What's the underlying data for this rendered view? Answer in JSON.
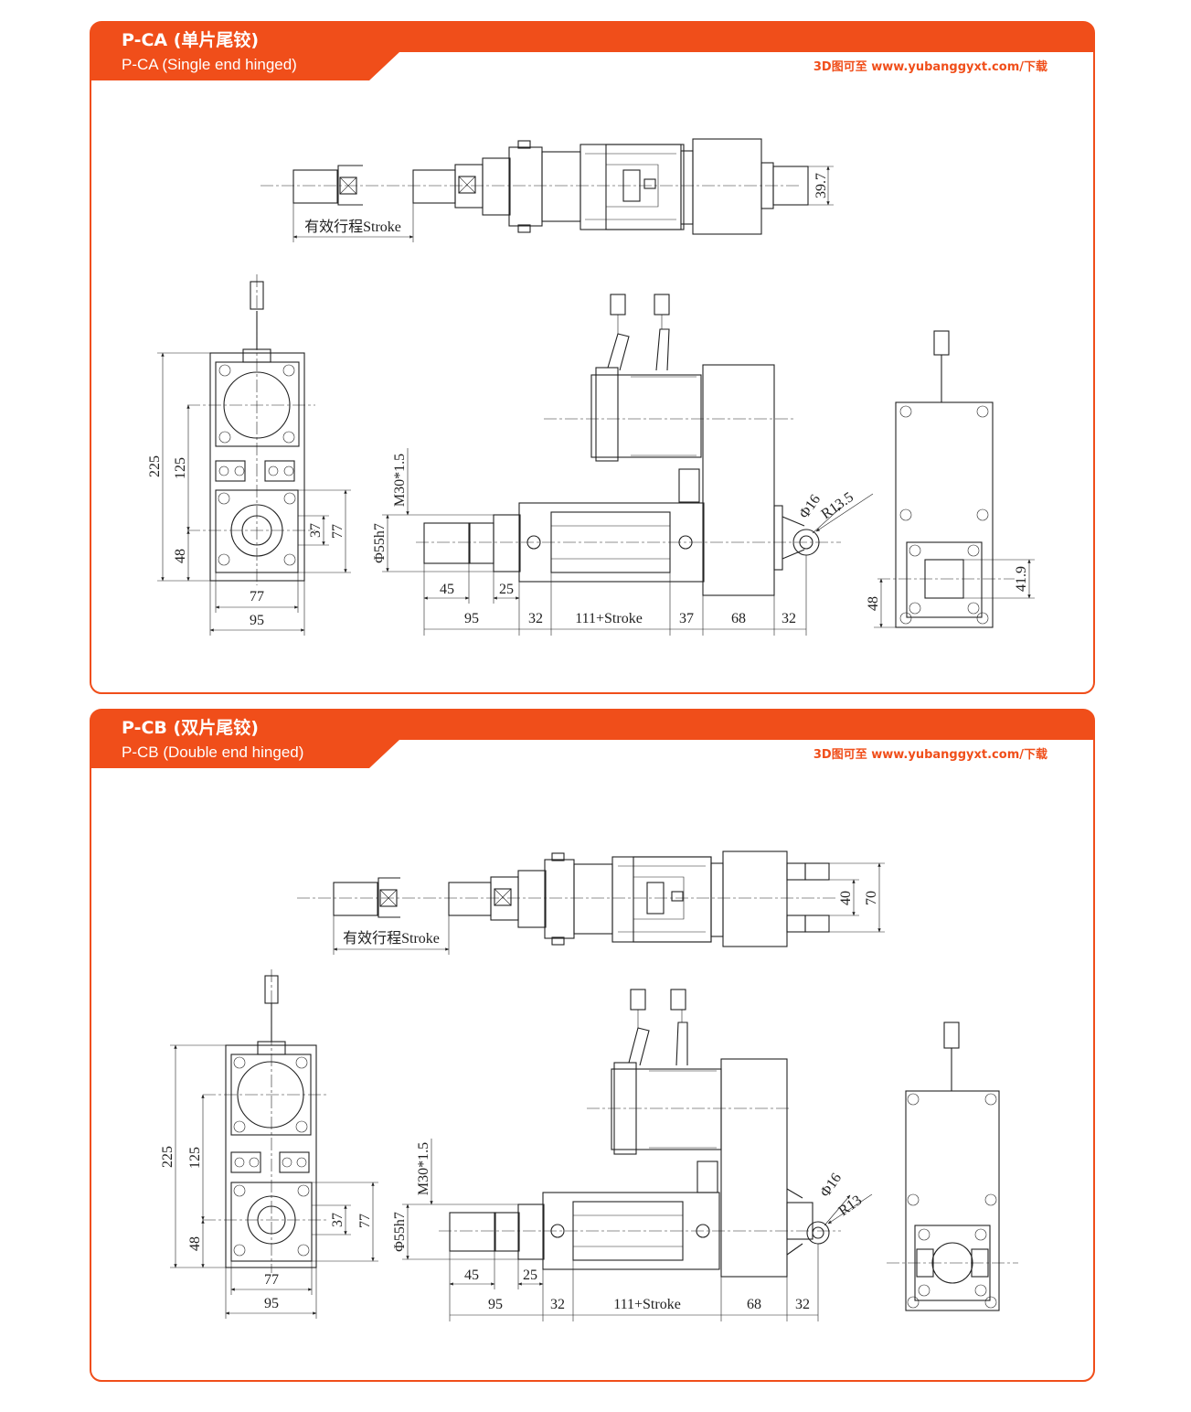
{
  "accent_color": "#f04e1a",
  "download_note": "3D图可至 www.yubanggyxt.com/下载",
  "sections": [
    {
      "title": "P-CA (单片尾铰)",
      "subtitle": "P-CA (Single end hinged)",
      "stroke_label": "有效行程Stroke",
      "top_view_dim": "39.7",
      "left_view": {
        "height_total": "225",
        "height_mid": "125",
        "height_low": "48",
        "flange_inner": "37",
        "flange_outer": "77",
        "width_inner": "77",
        "width_outer": "95"
      },
      "side_view": {
        "thread": "M30*1.5",
        "shaft": "Φ55h7",
        "hole": "Φ16",
        "radius": "R13.5",
        "dims_upper": [
          "45",
          "25"
        ],
        "dims_lower": [
          "95",
          "32",
          "111+Stroke",
          "37",
          "68",
          "32"
        ]
      },
      "right_view": {
        "height": "48",
        "slot": "41.9"
      }
    },
    {
      "title": "P-CB (双片尾铰)",
      "subtitle": "P-CB (Double end hinged)",
      "stroke_label": "有效行程Stroke",
      "top_view_dims": [
        "40",
        "70"
      ],
      "left_view": {
        "height_total": "225",
        "height_mid": "125",
        "height_low": "48",
        "flange_inner": "37",
        "flange_outer": "77",
        "width_inner": "77",
        "width_outer": "95"
      },
      "side_view": {
        "thread": "M30*1.5",
        "shaft": "Φ55h7",
        "hole": "Φ16",
        "radius": "R13",
        "dims_upper": [
          "45",
          "25"
        ],
        "dims_lower": [
          "95",
          "32",
          "111+Stroke",
          "68",
          "32"
        ]
      }
    }
  ]
}
